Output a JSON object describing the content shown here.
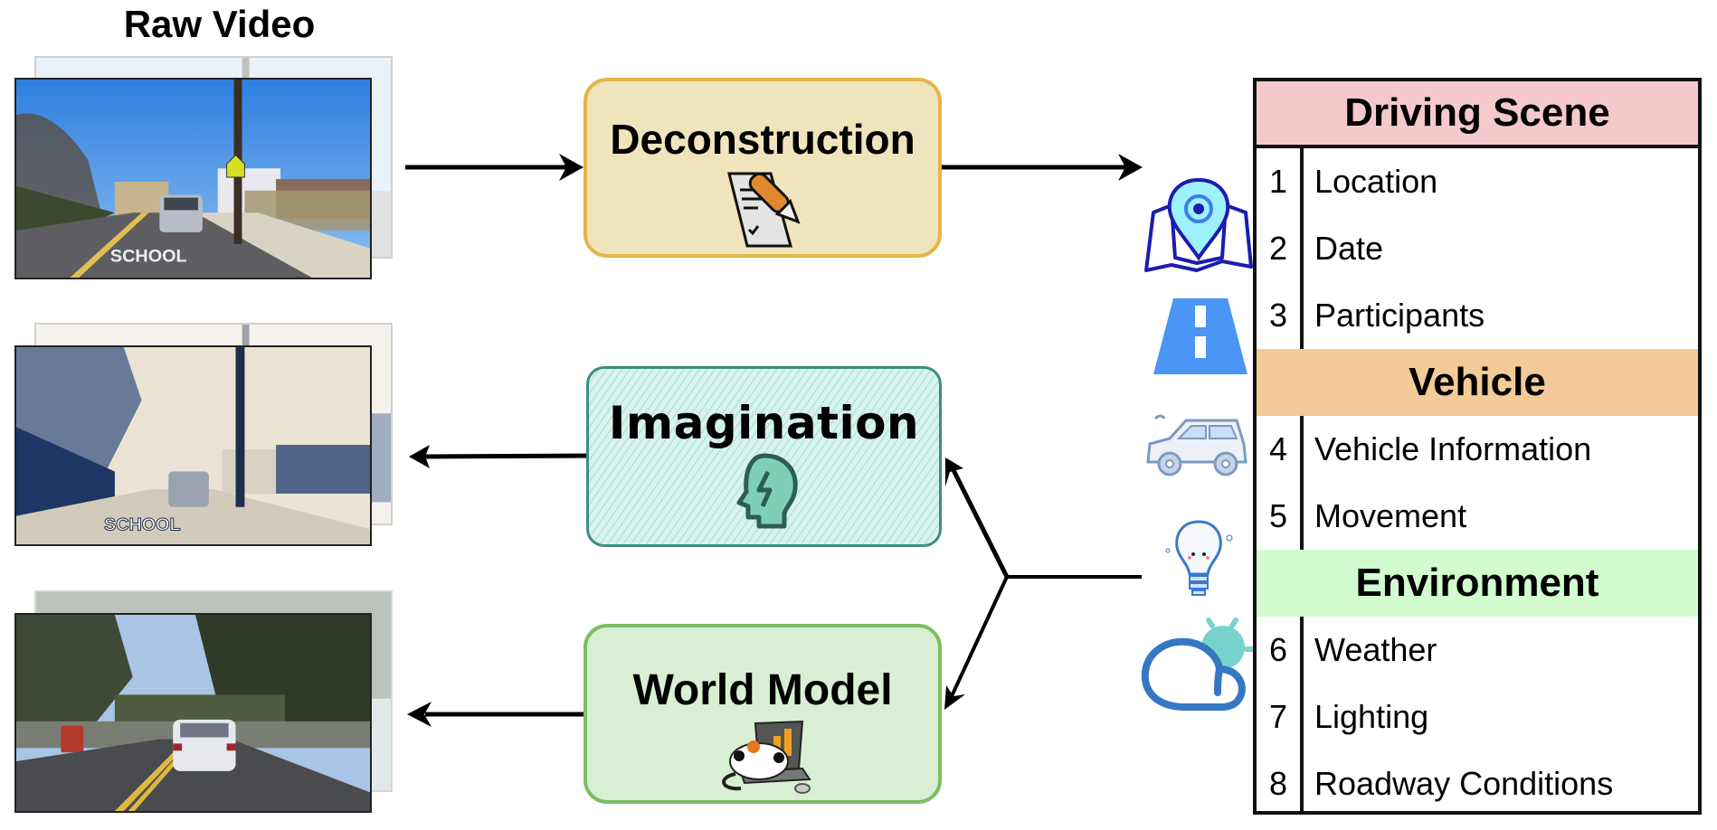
{
  "figure": {
    "input_title": "Raw Video",
    "process_boxes": {
      "deconstruction": {
        "label": "Deconstruction",
        "icon": "document-pen-icon",
        "fill": "#efe4bb",
        "stroke": "#e4b64a"
      },
      "imagination": {
        "label": "Imagination",
        "icon": "head-lightning-icon",
        "fill": "#d8f3ee",
        "stroke": "#3f8d82"
      },
      "world_model": {
        "label": "World Model",
        "icon": "cat-on-laptop-icon",
        "fill": "#d8efd3",
        "stroke": "#7cbd62"
      }
    },
    "frames": [
      {
        "name": "raw-video-frames",
        "style": "photo",
        "road_marking": "SCHOOL"
      },
      {
        "name": "imagination-output-frames",
        "style": "sketch",
        "road_marking": "SCHOOL"
      },
      {
        "name": "world-model-output-frames",
        "style": "photo"
      }
    ],
    "side_icons": [
      "map-pin-icon",
      "road-icon",
      "car-icon",
      "lightbulb-icon",
      "cloud-sun-icon"
    ],
    "flows": [
      {
        "from": "Raw Video",
        "to": "Deconstruction"
      },
      {
        "from": "Deconstruction",
        "to": "Driving Scene"
      },
      {
        "from": "Driving Scene",
        "to": "Imagination"
      },
      {
        "from": "Driving Scene",
        "to": "World Model"
      },
      {
        "from": "Imagination",
        "to": "Imagination output frames"
      },
      {
        "from": "World Model",
        "to": "World Model output frames"
      }
    ]
  },
  "table": {
    "sections": [
      {
        "title": "Driving Scene",
        "color": "#f4c9cc",
        "items": [
          {
            "num": "1",
            "label": "Location"
          },
          {
            "num": "2",
            "label": "Date"
          },
          {
            "num": "3",
            "label": "Participants"
          }
        ]
      },
      {
        "title": "Vehicle",
        "color": "#f2cb98",
        "items": [
          {
            "num": "4",
            "label": "Vehicle Information"
          },
          {
            "num": "5",
            "label": "Movement"
          }
        ]
      },
      {
        "title": "Environment",
        "color": "#d2fbd0",
        "items": [
          {
            "num": "6",
            "label": "Weather"
          },
          {
            "num": "7",
            "label": "Lighting"
          },
          {
            "num": "8",
            "label": "Roadway Conditions"
          }
        ]
      }
    ]
  }
}
